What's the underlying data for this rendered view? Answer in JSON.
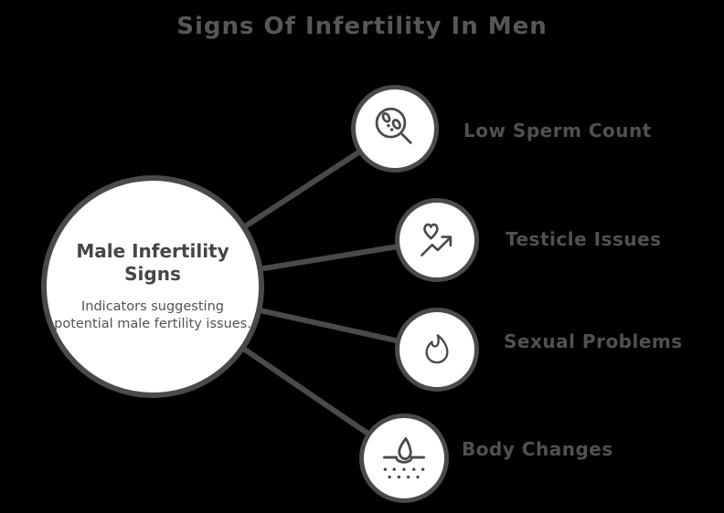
{
  "title": "Signs Of Infertility In Men",
  "colors": {
    "background": "#000000",
    "stroke": "#4a4a4a",
    "circle_fill": "#ffffff",
    "title_text": "#575757",
    "label_text": "#515151"
  },
  "center": {
    "heading": "Male Infertility Signs",
    "description": "Indicators suggesting potential male fertility issues."
  },
  "nodes": [
    {
      "label": "Low Sperm Count",
      "icon": "sperm-magnifier-icon"
    },
    {
      "label": "Testicle Issues",
      "icon": "heart-trend-arrow-icon"
    },
    {
      "label": "Sexual Problems",
      "icon": "flame-icon"
    },
    {
      "label": "Body Changes",
      "icon": "droplet-skin-icon"
    }
  ]
}
